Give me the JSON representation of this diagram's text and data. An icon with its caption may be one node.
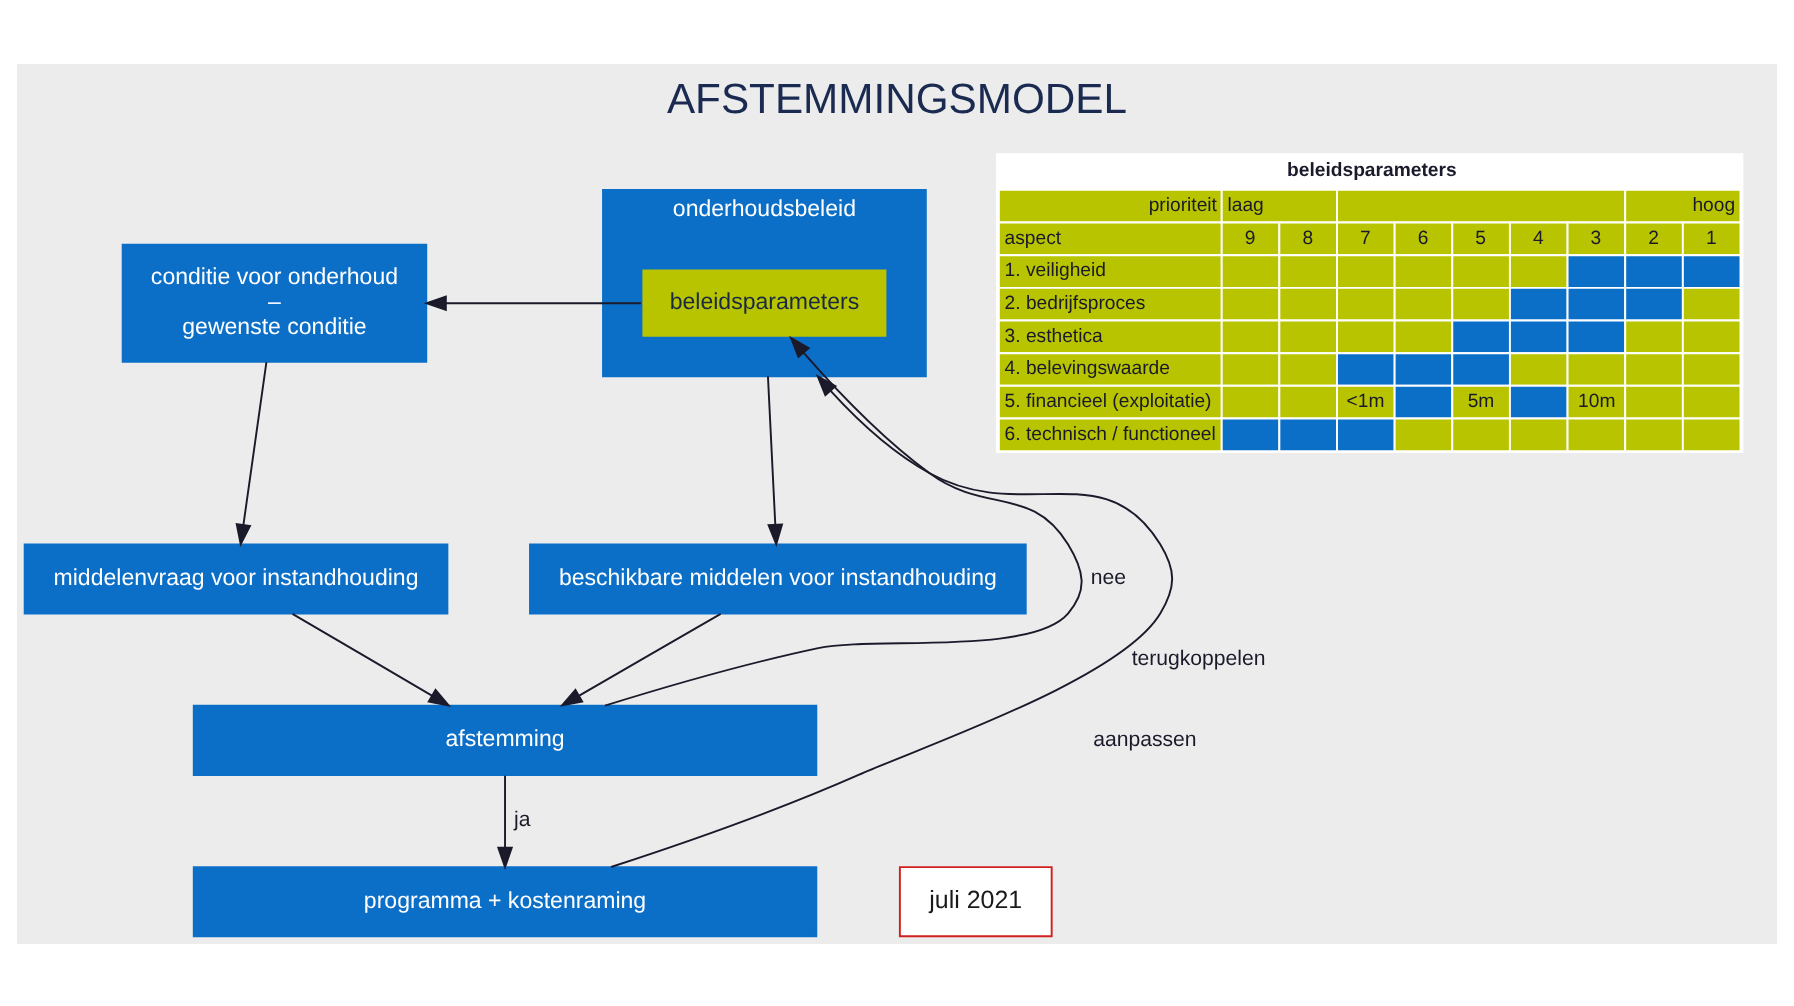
{
  "diagram": {
    "title": "AFSTEMMINGSMODEL",
    "nodes": [
      {
        "text": [
          "conditie voor onderhoud",
          "–",
          "gewenste conditie"
        ]
      },
      {
        "text": [
          "onderhoudsbeleid"
        ]
      },
      {
        "text": [
          "beleidsparameters"
        ],
        "in": 1
      },
      {
        "text": [
          "middelenvraag voor instandhouding"
        ]
      },
      {
        "text": [
          "beschikbare middelen voor instandhouding"
        ]
      },
      {
        "text": [
          "afstemming"
        ]
      },
      {
        "text": [
          "programma + kostenraming"
        ]
      }
    ],
    "edges": [
      {
        "from": 2,
        "to": 0,
        "arrow": "to"
      },
      {
        "from": 0,
        "to": 3,
        "arrow": "to"
      },
      {
        "from": 1,
        "to": 4,
        "arrow": "to"
      },
      {
        "from": 3,
        "to": 5,
        "arrow": "to"
      },
      {
        "from": 4,
        "to": 5,
        "arrow": "to"
      },
      {
        "from": 5,
        "to": 6,
        "arrow": "to",
        "label": "ja"
      },
      {
        "from": 5,
        "to": 2,
        "arrow": "to",
        "label": "nee"
      },
      {
        "from": 6,
        "to": 1,
        "arrow": "to",
        "label": "terugkoppelen"
      }
    ],
    "labels": [
      "aanpassen",
      "beleidsparameters",
      "prioriteit",
      "laag",
      "hoog",
      "aspect",
      "9",
      "8",
      "7",
      "6",
      "5",
      "4",
      "3",
      "2",
      "1",
      "1. veiligheid",
      "2. bedrijfsproces",
      "3. esthetica",
      "4. belevingswaarde",
      "5. financieel (exploitatie)",
      "<1m",
      "5m",
      "10m",
      "6. technisch / functioneel",
      "juli 2021"
    ]
  }
}
